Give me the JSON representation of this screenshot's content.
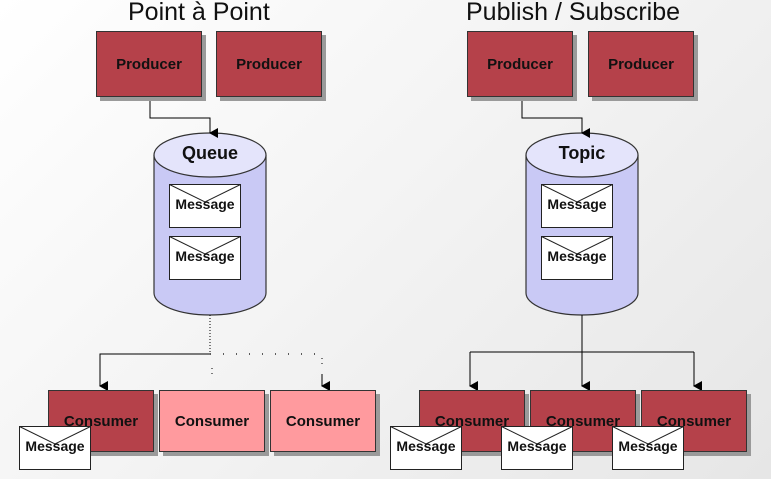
{
  "titles": {
    "point_to_point": "Point à Point",
    "publish_subscribe": "Publish / Subscribe"
  },
  "producer_label": "Producer",
  "consumer_label": "Consumer",
  "message_label": "Message",
  "queue_label": "Queue",
  "topic_label": "Topic",
  "colors": {
    "dark_box": "#b5414a",
    "light_box": "#ff9a9e",
    "cylinder": "#c9c9f5"
  }
}
